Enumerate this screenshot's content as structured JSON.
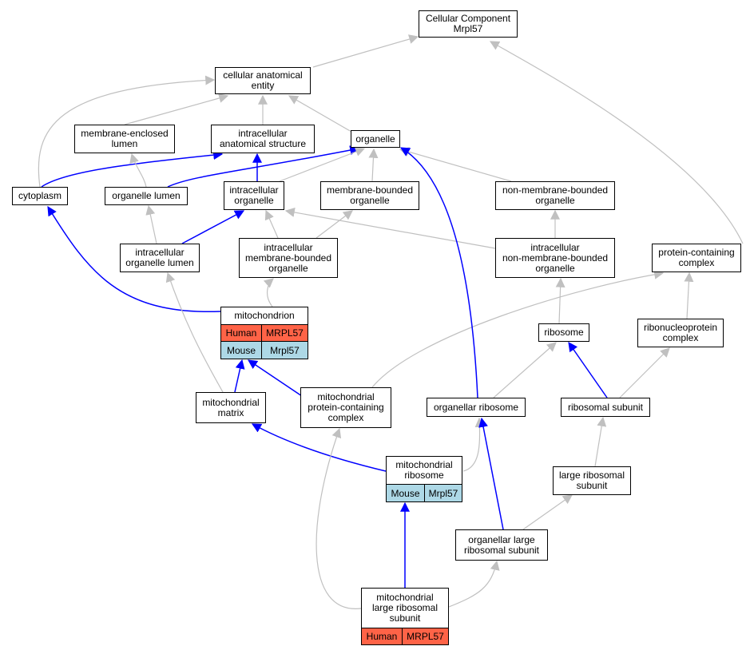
{
  "colors": {
    "human": "#ff6347",
    "mouse": "#add8e6",
    "highlight_edge": "#0000ff",
    "normal_edge": "#c0c0c0"
  },
  "nodes": {
    "cellular_component": "Cellular Component\nMrpl57",
    "cellular_anatomical_entity": "cellular anatomical\nentity",
    "membrane_enclosed_lumen": "membrane-enclosed\nlumen",
    "intracellular_anatomical_structure": "intracellular\nanatomical structure",
    "organelle": "organelle",
    "cytoplasm": "cytoplasm",
    "organelle_lumen": "organelle lumen",
    "intracellular_organelle": "intracellular\norganelle",
    "membrane_bounded_organelle": "membrane-bounded\norganelle",
    "non_membrane_bounded_organelle": "non-membrane-bounded\norganelle",
    "intracellular_organelle_lumen": "intracellular\norganelle lumen",
    "intracellular_membrane_bounded_organelle": "intracellular\nmembrane-bounded\norganelle",
    "intracellular_non_membrane_bounded_organelle": "intracellular\nnon-membrane-bounded\norganelle",
    "protein_containing_complex": "protein-containing\ncomplex",
    "mitochondrion": "mitochondrion",
    "ribosome": "ribosome",
    "ribonucleoprotein_complex": "ribonucleoprotein\ncomplex",
    "mitochondrial_matrix": "mitochondrial\nmatrix",
    "mitochondrial_protein_containing_complex": "mitochondrial\nprotein-containing\ncomplex",
    "organellar_ribosome": "organellar ribosome",
    "ribosomal_subunit": "ribosomal subunit",
    "mitochondrial_ribosome": "mitochondrial\nribosome",
    "large_ribosomal_subunit": "large ribosomal\nsubunit",
    "organellar_large_ribosomal_subunit": "organellar large\nribosomal subunit",
    "mitochondrial_large_ribosomal_subunit": "mitochondrial\nlarge ribosomal\nsubunit"
  },
  "annotations": {
    "mitochondrion_human": {
      "species": "Human",
      "gene": "MRPL57"
    },
    "mitochondrion_mouse": {
      "species": "Mouse",
      "gene": "Mrpl57"
    },
    "mitochondrial_ribosome_mouse": {
      "species": "Mouse",
      "gene": "Mrpl57"
    },
    "mitochondrial_large_ribosomal_subunit_human": {
      "species": "Human",
      "gene": "MRPL57"
    }
  }
}
